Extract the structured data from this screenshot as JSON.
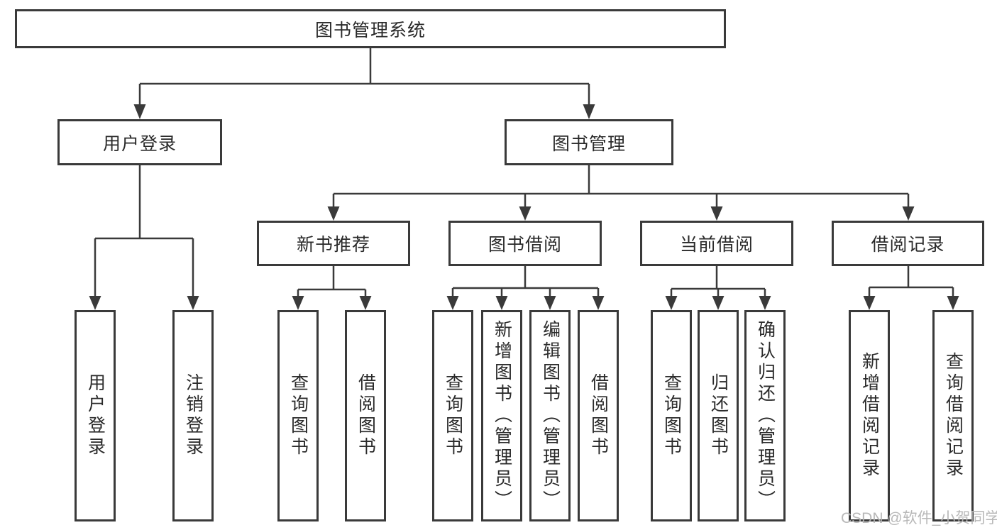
{
  "tree": {
    "root": {
      "label": "图书管理系统",
      "children": [
        {
          "label": "用户登录",
          "children": [
            {
              "label": "用户登录"
            },
            {
              "label": "注销登录"
            }
          ]
        },
        {
          "label": "图书管理",
          "children": [
            {
              "label": "新书推荐",
              "children": [
                {
                  "label": "查询图书"
                },
                {
                  "label": "借阅图书"
                }
              ]
            },
            {
              "label": "图书借阅",
              "children": [
                {
                  "label": "查询图书"
                },
                {
                  "label": "新增图书（管理员）"
                },
                {
                  "label": "编辑图书（管理员）"
                },
                {
                  "label": "借阅图书"
                }
              ]
            },
            {
              "label": "当前借阅",
              "children": [
                {
                  "label": "查询图书"
                },
                {
                  "label": "归还图书"
                },
                {
                  "label": "确认归还（管理员）"
                }
              ]
            },
            {
              "label": "借阅记录",
              "children": [
                {
                  "label": "新增借阅记录"
                },
                {
                  "label": "查询借阅记录"
                }
              ]
            }
          ]
        }
      ]
    }
  },
  "watermark": {
    "text": "CSDN @软件_小贺同学",
    "color": "#b5b5b5"
  },
  "colors": {
    "line": "#3a3a3a",
    "border": "#3a3a3a",
    "text": "#2a2a2a",
    "background": "#ffffff",
    "watermark": "#b5b5b5"
  }
}
